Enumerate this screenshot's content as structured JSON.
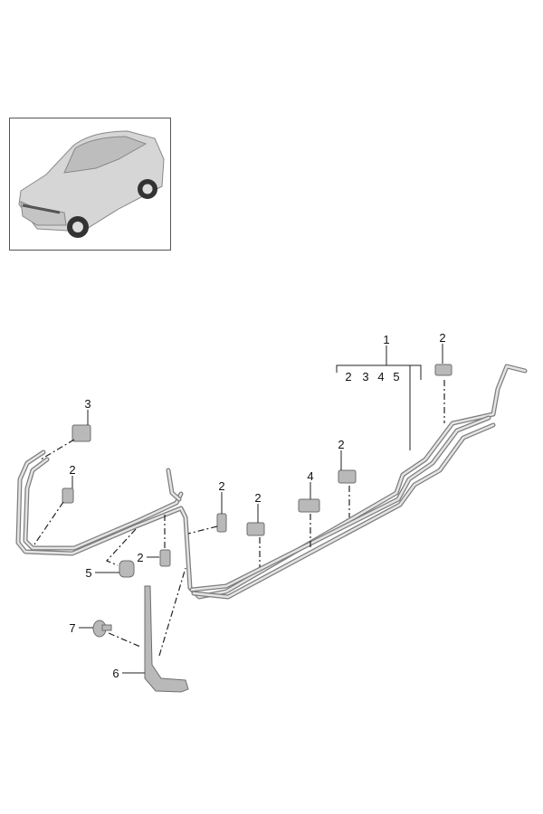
{
  "thumbnail": {
    "name": "vehicle-overview"
  },
  "callouts": {
    "item1": "1",
    "item1_sub": [
      "2",
      "3",
      "4",
      "5"
    ],
    "clip_top_right": "2",
    "item3": "3",
    "clip_left": "2",
    "clip_mid_a": "2",
    "clip_mid_b": "2",
    "item4": "4",
    "clip_mid_c": "2",
    "clip_lower": "2",
    "item5": "5",
    "item7": "7",
    "item6": "6"
  },
  "colors": {
    "line": "#222222",
    "pipe": "#7d7d7d",
    "part": "#b9b9b9"
  }
}
